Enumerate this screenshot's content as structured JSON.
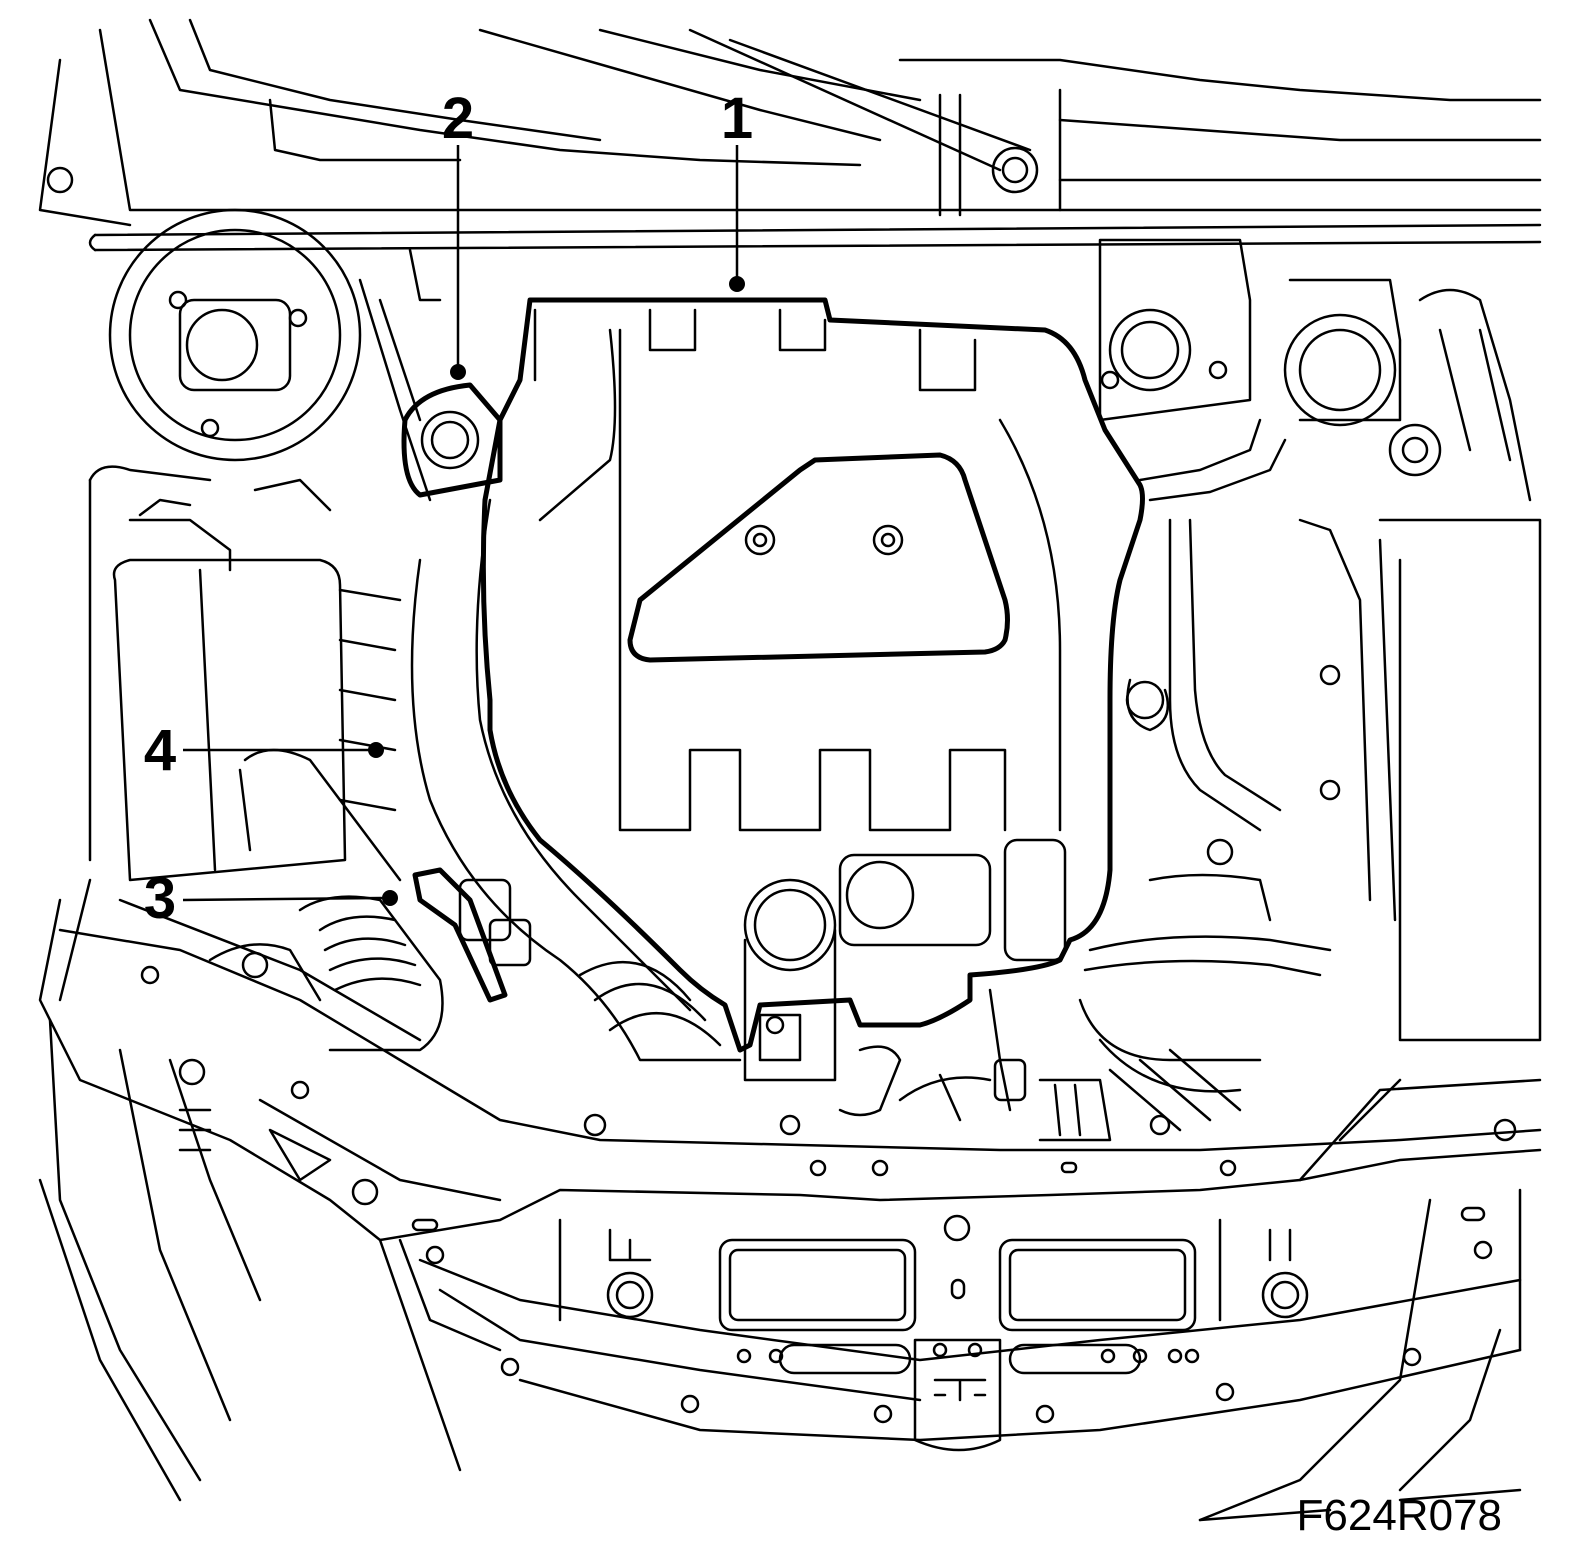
{
  "figure": {
    "id_text": "F624R078"
  },
  "callouts": [
    {
      "label": "1"
    },
    {
      "label": "2"
    },
    {
      "label": "3"
    },
    {
      "label": "4"
    }
  ],
  "colors": {
    "line": "#000000",
    "background": "#ffffff"
  }
}
